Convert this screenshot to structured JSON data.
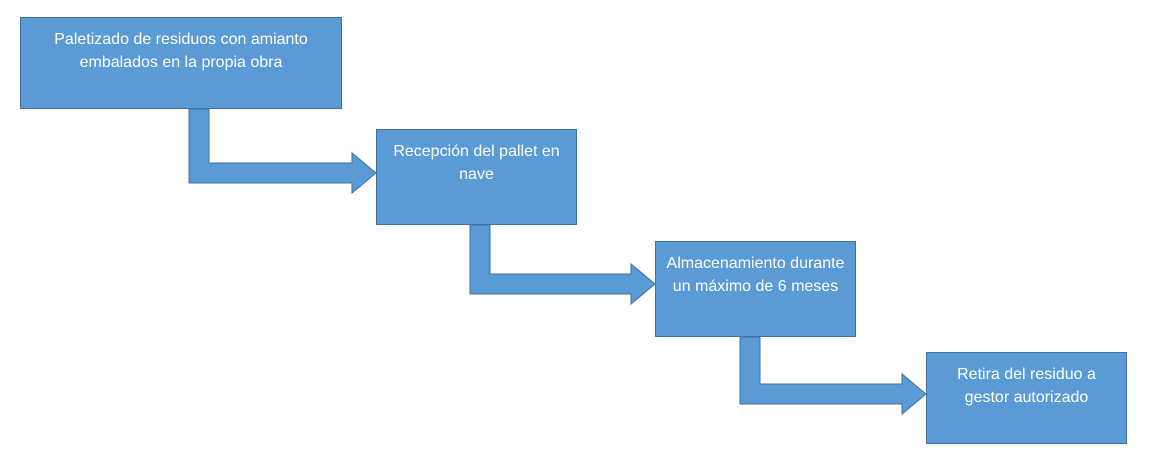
{
  "colors": {
    "box_fill": "#5b9bd5",
    "box_border": "#41719c",
    "arrow_fill": "#5b9bd5",
    "arrow_border": "#41719c",
    "text": "#ffffff",
    "background": "#ffffff"
  },
  "steps": [
    {
      "label": "Paletizado de residuos con amianto embalados en la propia obra"
    },
    {
      "label": "Recepción del pallet en nave"
    },
    {
      "label": "Almacenamiento durante un máximo de 6 meses"
    },
    {
      "label": "Retira del residuo a gestor autorizado"
    }
  ]
}
